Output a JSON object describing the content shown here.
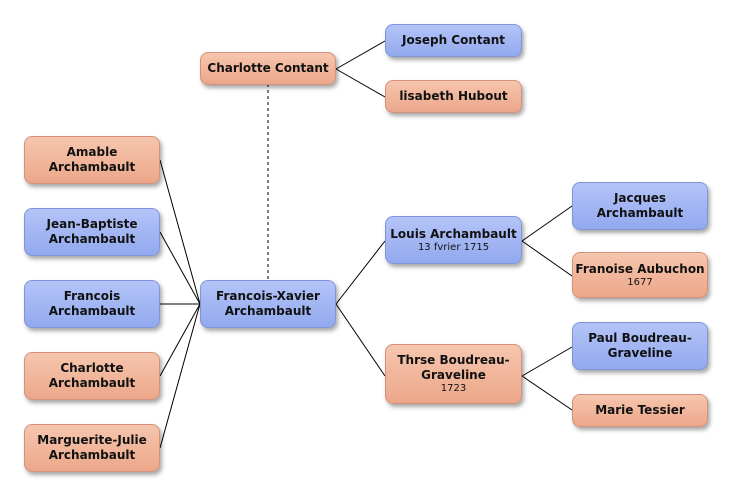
{
  "people": {
    "charlotte_contant": {
      "name": "Charlotte Contant"
    },
    "joseph_contant": {
      "name": "Joseph Contant"
    },
    "lisabeth_hubout": {
      "name": "lisabeth Hubout"
    },
    "amable": {
      "name": "Amable Archambault"
    },
    "jean_baptiste": {
      "name": "Jean-Baptiste Archambault"
    },
    "francois": {
      "name": "Francois Archambault"
    },
    "charlotte": {
      "name": "Charlotte Archambault"
    },
    "marguerite": {
      "name": "Marguerite-Julie Archambault"
    },
    "francois_xavier": {
      "name": "Francois-Xavier Archambault"
    },
    "louis": {
      "name": "Louis Archambault",
      "date": "13 fvrier 1715"
    },
    "therese": {
      "name": "Thrse Boudreau-Graveline",
      "date": "1723"
    },
    "jacques": {
      "name": "Jacques Archambault"
    },
    "francoise": {
      "name": "Franoise Aubuchon",
      "date": "1677"
    },
    "paul": {
      "name": "Paul Boudreau-Graveline"
    },
    "marie": {
      "name": "Marie Tessier"
    }
  },
  "colors": {
    "male_fill": "#a6b9f3",
    "female_fill": "#f0b69c",
    "connector": "#000000",
    "spouse_connector": "#555555"
  }
}
